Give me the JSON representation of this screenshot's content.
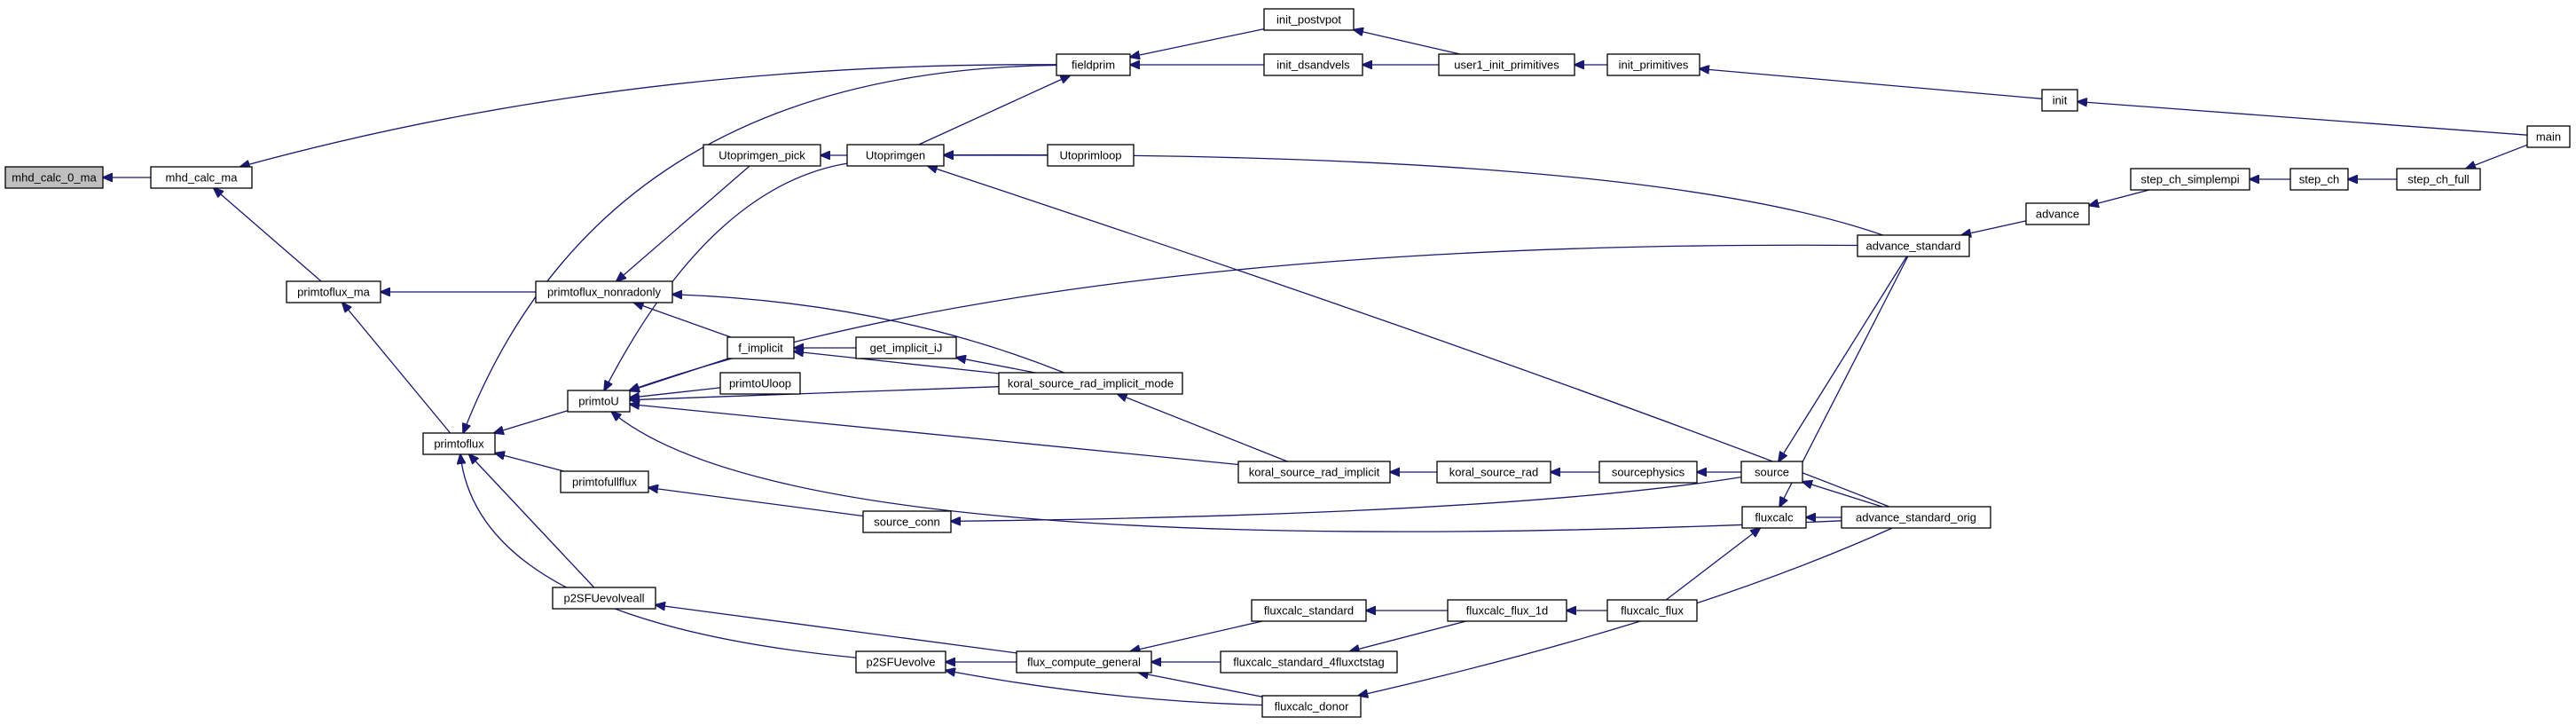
{
  "diagram": {
    "type": "call-graph",
    "edge_color": "#191970",
    "root_fill": "#bfbfbf",
    "nodes": [
      {
        "id": "mhd_calc_0_ma",
        "label": "mhd_calc_0_ma"
      },
      {
        "id": "mhd_calc_ma",
        "label": "mhd_calc_ma"
      },
      {
        "id": "primtoflux_ma",
        "label": "primtoflux_ma"
      },
      {
        "id": "primtoflux",
        "label": "primtoflux"
      },
      {
        "id": "primtoflux_nonradonly",
        "label": "primtoflux_nonradonly"
      },
      {
        "id": "Utoprimgen_pick",
        "label": "Utoprimgen_pick"
      },
      {
        "id": "Utoprimgen",
        "label": "Utoprimgen"
      },
      {
        "id": "Utoprimloop",
        "label": "Utoprimloop"
      },
      {
        "id": "fieldprim",
        "label": "fieldprim"
      },
      {
        "id": "init_postvpot",
        "label": "init_postvpot"
      },
      {
        "id": "init_dsandvels",
        "label": "init_dsandvels"
      },
      {
        "id": "user1_init_primitives",
        "label": "user1_init_primitives"
      },
      {
        "id": "init_primitives",
        "label": "init_primitives"
      },
      {
        "id": "init",
        "label": "init"
      },
      {
        "id": "main",
        "label": "main"
      },
      {
        "id": "primtoU",
        "label": "primtoU"
      },
      {
        "id": "f_implicit",
        "label": "f_implicit"
      },
      {
        "id": "get_implicit_iJ",
        "label": "get_implicit_iJ"
      },
      {
        "id": "koral_source_rad_implicit_mode",
        "label": "koral_source_rad_implicit_mode"
      },
      {
        "id": "primtoUloop",
        "label": "primtoUloop"
      },
      {
        "id": "koral_source_rad_implicit",
        "label": "koral_source_rad_implicit"
      },
      {
        "id": "koral_source_rad",
        "label": "koral_source_rad"
      },
      {
        "id": "sourcephysics",
        "label": "sourcephysics"
      },
      {
        "id": "source",
        "label": "source"
      },
      {
        "id": "primtofullflux",
        "label": "primtofullflux"
      },
      {
        "id": "source_conn",
        "label": "source_conn"
      },
      {
        "id": "advance_standard",
        "label": "advance_standard"
      },
      {
        "id": "advance",
        "label": "advance"
      },
      {
        "id": "step_ch_simplempi",
        "label": "step_ch_simplempi"
      },
      {
        "id": "step_ch",
        "label": "step_ch"
      },
      {
        "id": "step_ch_full",
        "label": "step_ch_full"
      },
      {
        "id": "fluxcalc",
        "label": "fluxcalc"
      },
      {
        "id": "advance_standard_orig",
        "label": "advance_standard_orig"
      },
      {
        "id": "p2SFUevolveall",
        "label": "p2SFUevolveall"
      },
      {
        "id": "p2SFUevolve",
        "label": "p2SFUevolve"
      },
      {
        "id": "flux_compute_general",
        "label": "flux_compute_general"
      },
      {
        "id": "fluxcalc_standard",
        "label": "fluxcalc_standard"
      },
      {
        "id": "fluxcalc_standard_4fluxctstag",
        "label": "fluxcalc_standard_4fluxctstag"
      },
      {
        "id": "fluxcalc_donor",
        "label": "fluxcalc_donor"
      },
      {
        "id": "fluxcalc_flux_1d",
        "label": "fluxcalc_flux_1d"
      },
      {
        "id": "fluxcalc_flux",
        "label": "fluxcalc_flux"
      }
    ]
  }
}
